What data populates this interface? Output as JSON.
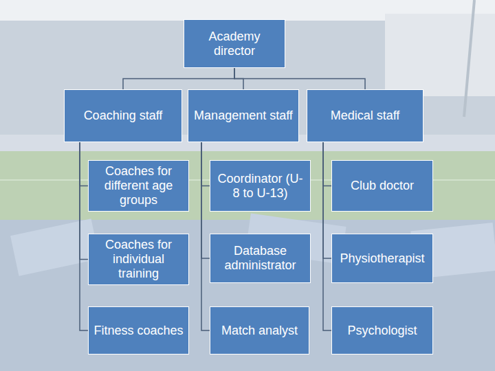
{
  "diagram": {
    "nodes": [
      {
        "text": [
          "Academy director"
        ]
      },
      {
        "text": [
          "Coaching staff"
        ]
      },
      {
        "text": [
          "Management staff"
        ]
      },
      {
        "text": [
          "Medical staff"
        ]
      },
      {
        "text": [
          "Coaches for different age groups"
        ]
      },
      {
        "text": [
          "Coordinator (U-8 to U-13)"
        ]
      },
      {
        "text": [
          "Club doctor"
        ]
      },
      {
        "text": [
          "Coaches for individual training"
        ]
      },
      {
        "text": [
          "Database administrator"
        ]
      },
      {
        "text": [
          "Physiotherapist"
        ]
      },
      {
        "text": [
          "Fitness coaches"
        ]
      },
      {
        "text": [
          "Match analyst"
        ]
      },
      {
        "text": [
          "Psychologist"
        ]
      }
    ],
    "edges": [
      {
        "from": 0,
        "to": 1,
        "arrow": "none"
      },
      {
        "from": 0,
        "to": 2,
        "arrow": "none"
      },
      {
        "from": 0,
        "to": 3,
        "arrow": "none"
      },
      {
        "from": 1,
        "to": 4,
        "arrow": "none"
      },
      {
        "from": 1,
        "to": 7,
        "arrow": "none"
      },
      {
        "from": 1,
        "to": 10,
        "arrow": "none"
      },
      {
        "from": 2,
        "to": 5,
        "arrow": "none"
      },
      {
        "from": 2,
        "to": 8,
        "arrow": "none"
      },
      {
        "from": 2,
        "to": 11,
        "arrow": "none"
      },
      {
        "from": 3,
        "to": 6,
        "arrow": "none"
      },
      {
        "from": 3,
        "to": 9,
        "arrow": "none"
      },
      {
        "from": 3,
        "to": 12,
        "arrow": "none"
      }
    ]
  }
}
